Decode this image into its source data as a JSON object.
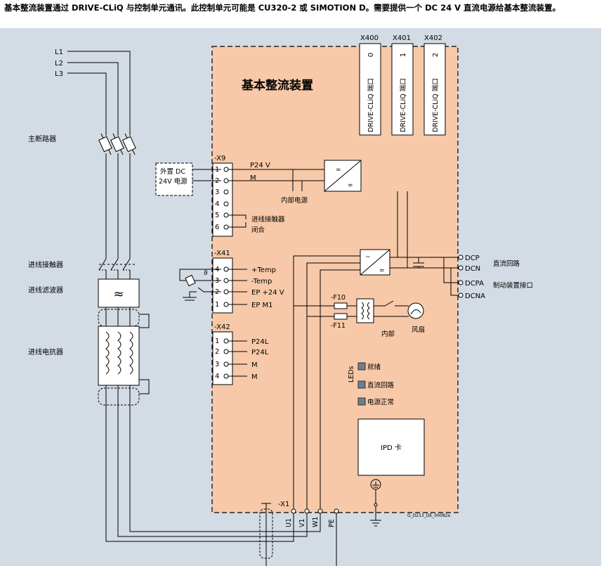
{
  "description": "基本整流装置通过 DRIVE-CLiQ 与控制单元通讯。此控制单元可能是 CU320-2 或 SIMOTION D。需要提供一个 DC 24 V 直流电源给基本整流装置。",
  "colors": {
    "panel_bg": "#d3dbe4",
    "unit_fill": "#f7c9a8",
    "led_fill": "#6e7f8c",
    "line": "#000000"
  },
  "device_title": "基本整流装置",
  "phases": [
    "L1",
    "L2",
    "L3"
  ],
  "left_labels": {
    "breaker": "主断路器",
    "contactor": "进线接触器",
    "filter": "进线滤波器",
    "reactor": "进线电抗器"
  },
  "drive_cliq": {
    "ports": [
      {
        "id": "X400",
        "num": "0",
        "label": "DRIVE-CLiQ 端口"
      },
      {
        "id": "X401",
        "num": "1",
        "label": "DRIVE-CLiQ 端口"
      },
      {
        "id": "X402",
        "num": "2",
        "label": "DRIVE-CLiQ 端口"
      }
    ]
  },
  "x9": {
    "name": "-X9",
    "pins": [
      "1",
      "2",
      "3",
      "4",
      "5",
      "6"
    ],
    "p24v": "P24 V",
    "m": "M",
    "internal_power": "内部电源",
    "ext_dc_line1": "外置 DC",
    "ext_dc_line2": "24V 电源",
    "contactor_line1": "进线接触器",
    "contactor_line2": "闭合"
  },
  "x41": {
    "name": "-X41",
    "pins": [
      "4",
      "3",
      "2",
      "1"
    ],
    "signals": [
      "+Temp",
      "-Temp",
      "EP +24 V",
      "EP M1"
    ],
    "theta": "ϑ"
  },
  "x42": {
    "name": "-X42",
    "pins": [
      "1",
      "2",
      "3",
      "4"
    ],
    "signals": [
      "P24L",
      "P24L",
      "M",
      "M"
    ]
  },
  "dc_terminals": [
    "DCP",
    "DCN",
    "DCPA",
    "DCNA"
  ],
  "dc_link_label": "直流回路",
  "brake_label": "制动装置接口",
  "fuses": [
    "-F10",
    "-F11"
  ],
  "internal_label": "内部",
  "fan_label": "风扇",
  "leds": {
    "title": "LEDs",
    "items": [
      "就绪",
      "直流回路",
      "电源正常"
    ]
  },
  "ipd_label": "IPD 卡",
  "x1": {
    "name": "-X1",
    "terminals": [
      "U1",
      "V1",
      "W1",
      "PE"
    ]
  },
  "drawing_id": "G_D213_DE_00082a"
}
